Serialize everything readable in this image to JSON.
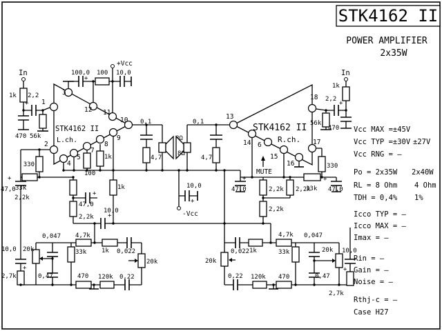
{
  "title_block": {
    "part": "STK4162 II",
    "product": "POWER AMPLIFIER",
    "output_power": "2x35W"
  },
  "specs": {
    "vcc_max": "Vcc MAX =±45V",
    "vcc_typ": "Vcc TYP =±30V",
    "vcc_typ_alt": "±27V",
    "vcc_rng": "Vcc RNG = –",
    "po": "Po = 2x35W",
    "po_alt": "2x40W",
    "rl": "RL = 8 Ohm",
    "rl_alt": "4 Ohm",
    "tdh": "TDH = 0,4%",
    "tdh_alt": "1%",
    "icco_typ": "Icco TYP = –",
    "icco_max": "Icco MAX = –",
    "imax": "Imax =   –",
    "rin": "Rin  = –",
    "gain": "Gain  = –",
    "noise": "Noise = –",
    "rth_jc": "Rthj-c = –",
    "case": "Case  H27"
  },
  "rails": {
    "vcc_pos": "+Vcc",
    "vcc_neg": "-Vcc"
  },
  "symbols": {
    "plus": "+"
  },
  "left": {
    "input": "In",
    "ic": "STK4162 II",
    "channel": "L.ch.",
    "pins": {
      "p1": "1",
      "p2": "2",
      "p3": "3",
      "p4": "4",
      "p5": "5",
      "p7": "7",
      "p8": "8",
      "p9": "9",
      "p10": "10",
      "p11": "11",
      "p12": "12"
    },
    "r_input": "1k",
    "c_input": "2,2",
    "c_input_gnd": "470",
    "r_bias": "56k",
    "c_ripple": "100,0",
    "r_supply": "100",
    "c_supply": "10,0",
    "r_fb": "330",
    "c_fb": "47,0",
    "r_nf1": "33k",
    "r_nf2": "2,2k",
    "r_nf3": "2,2k",
    "c_dec": "47,0",
    "c_nf": "10,0",
    "r_nf4": "1k",
    "r_p7": "100",
    "r_p8": "1k",
    "c_zobel": "0,1",
    "r_zobel": "4,7",
    "speaker": "8Ω"
  },
  "right": {
    "input": "In",
    "ic": "STK4162 II",
    "channel": "R.ch.",
    "mute": "MUTE",
    "pins": {
      "p6": "6",
      "p13": "13",
      "p14": "14",
      "p15": "15",
      "p16": "16",
      "p17": "17",
      "p18": "18"
    },
    "r_input": "1k",
    "c_input": "2,2",
    "c_input_gnd": "470",
    "r_bias": "56k",
    "r_fb": "330",
    "c_fb": "47,0",
    "r_nf1": "33k",
    "r_nf2": "2,2k",
    "r_nf3": "2,2k",
    "r_nf4": "2,2k",
    "c_dec": "47,0",
    "c_zobel": "0,1",
    "r_zobel": "4,7",
    "speaker": "8Ω",
    "c_rail": "10,0"
  },
  "tone_left": {
    "c_in": "10,0",
    "r_gnd": "2,7k",
    "pot_1": "20k",
    "c_hp": "0,047",
    "r_1": "4,7k",
    "r_2": "33k",
    "r_3": "1k",
    "c_t": "0,022",
    "pot_2": "20k",
    "c_lp": "0,47",
    "r_4": "470",
    "r_5": "120k",
    "c_b": "0,22"
  },
  "tone_right": {
    "c_in": "10,0",
    "r_gnd": "2,7k",
    "pot_1": "20k",
    "c_hp": "0,047",
    "r_1": "4,7k",
    "r_2": "33k",
    "r_3": "1k",
    "c_t": "0,022",
    "pot_2": "20k",
    "c_lp": "0,47",
    "r_4": "470",
    "r_5": "120k",
    "c_b": "0,22"
  }
}
